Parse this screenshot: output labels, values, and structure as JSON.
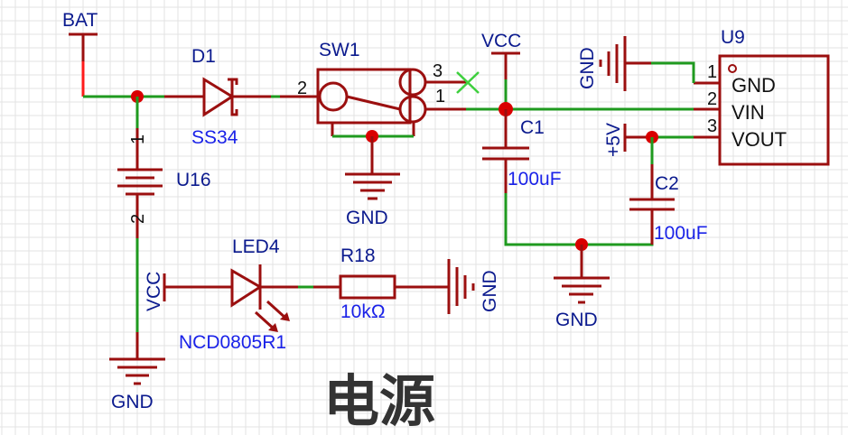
{
  "title": "电源",
  "colors": {
    "symbol": "#9b0f0f",
    "wire": "#1f9a1f",
    "junction": "#d90000",
    "ref_text": "#0b1a8e",
    "value_text": "#1a22e8",
    "no_connect": "#3ecf3e"
  },
  "nets": {
    "bat": "BAT",
    "vcc_top": "VCC",
    "vcc_left": "VCC",
    "plus5v": "+5V",
    "gnd_sw": "GND",
    "gnd_u9": "GND",
    "gnd_caps": "GND",
    "gnd_bat": "GND",
    "gnd_r18": "GND"
  },
  "components": {
    "d1": {
      "ref": "D1",
      "value": "SS34"
    },
    "sw1": {
      "ref": "SW1",
      "pins": [
        "2",
        "3",
        "1"
      ]
    },
    "c1": {
      "ref": "C1",
      "value": "100uF"
    },
    "c2": {
      "ref": "C2",
      "value": "100uF"
    },
    "u16": {
      "ref": "U16",
      "pins": [
        "1",
        "2"
      ]
    },
    "led4": {
      "ref": "LED4",
      "value": "NCD0805R1"
    },
    "r18": {
      "ref": "R18",
      "value": "10kΩ"
    },
    "u9": {
      "ref": "U9",
      "pins": [
        {
          "num": "1",
          "name": "GND"
        },
        {
          "num": "2",
          "name": "VIN"
        },
        {
          "num": "3",
          "name": "VOUT"
        }
      ]
    }
  }
}
